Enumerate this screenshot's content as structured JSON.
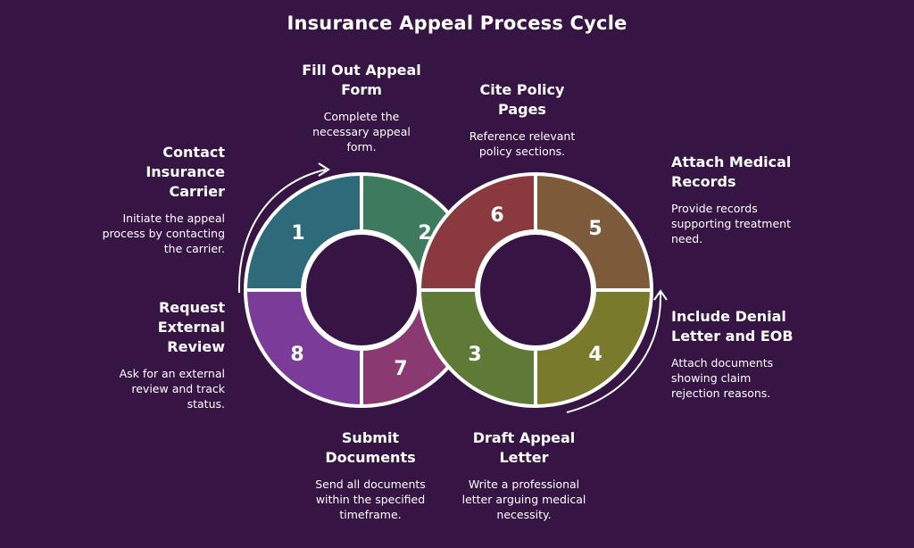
{
  "title": "Insurance Appeal Process Cycle",
  "steps": [
    {
      "number": "1",
      "title": "Contact Insurance Carrier",
      "description": "Initiate the appeal process by contacting the carrier.",
      "color": "#2d6a7a"
    },
    {
      "number": "2",
      "title": "Fill Out Appeal Form",
      "description": "Complete the necessary appeal form.",
      "color": "#3e7a5e"
    },
    {
      "number": "3",
      "title": "Draft Appeal Letter",
      "description": "Write a professional letter arguing medical necessity.",
      "color": "#5e7a36"
    },
    {
      "number": "4",
      "title": "Include Denial Letter and EOB",
      "description": "Attach documents showing claim rejection reasons.",
      "color": "#7a7a2c"
    },
    {
      "number": "5",
      "title": "Attach Medical Records",
      "description": "Provide records supporting treatment need.",
      "color": "#7c5a3a"
    },
    {
      "number": "6",
      "title": "Cite Policy Pages",
      "description": "Reference relevant policy sections.",
      "color": "#8a3a3e"
    },
    {
      "number": "7",
      "title": "Submit Documents",
      "description": "Send all documents within the specified timeframe.",
      "color": "#8a3a70"
    },
    {
      "number": "8",
      "title": "Request External Review",
      "description": "Ask for an external review and track status.",
      "color": "#7a3c98"
    }
  ]
}
